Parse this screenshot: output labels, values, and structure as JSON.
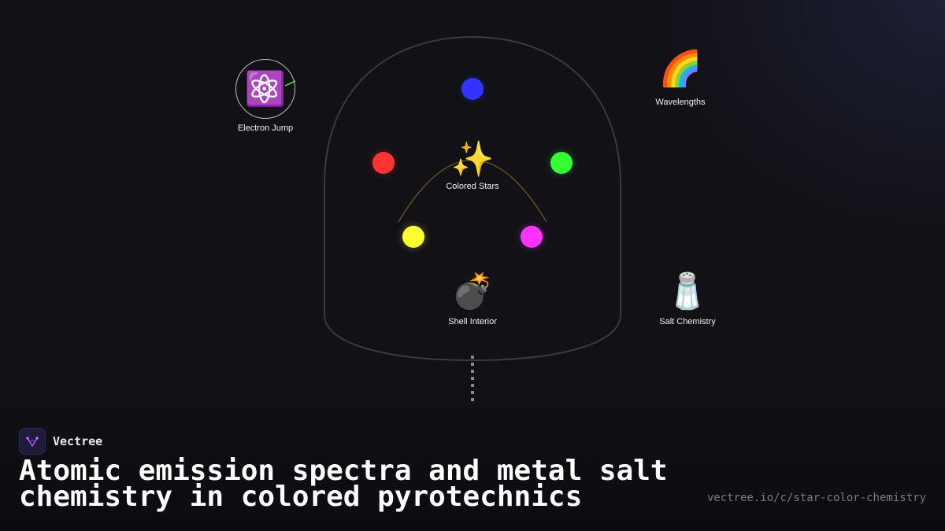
{
  "diagram": {
    "center": {
      "label": "Colored Stars",
      "icon": "sparkles-icon",
      "emoji": "✨"
    },
    "nodes": [
      {
        "id": "electron-jump",
        "label": "Electron Jump",
        "icon": "atom-icon",
        "emoji": "⚛️"
      },
      {
        "id": "wavelengths",
        "label": "Wavelengths",
        "icon": "rainbow-icon",
        "emoji": "🌈"
      },
      {
        "id": "shell-interior",
        "label": "Shell Interior",
        "icon": "bomb-icon",
        "emoji": "💣"
      },
      {
        "id": "salt-chemistry",
        "label": "Salt Chemistry",
        "icon": "salt-shaker-icon",
        "emoji": "🧂"
      }
    ],
    "star_colors": [
      "#3333ff",
      "#ff3333",
      "#33ff33",
      "#ffff33",
      "#ff33ff"
    ]
  },
  "brand": {
    "name": "Vectree",
    "logo_icon": "vectree-logo-icon",
    "accent": "#a855f7"
  },
  "title": "Atomic emission spectra and metal salt chemistry in colored pyrotechnics",
  "url": "vectree.io/c/star-color-chemistry"
}
